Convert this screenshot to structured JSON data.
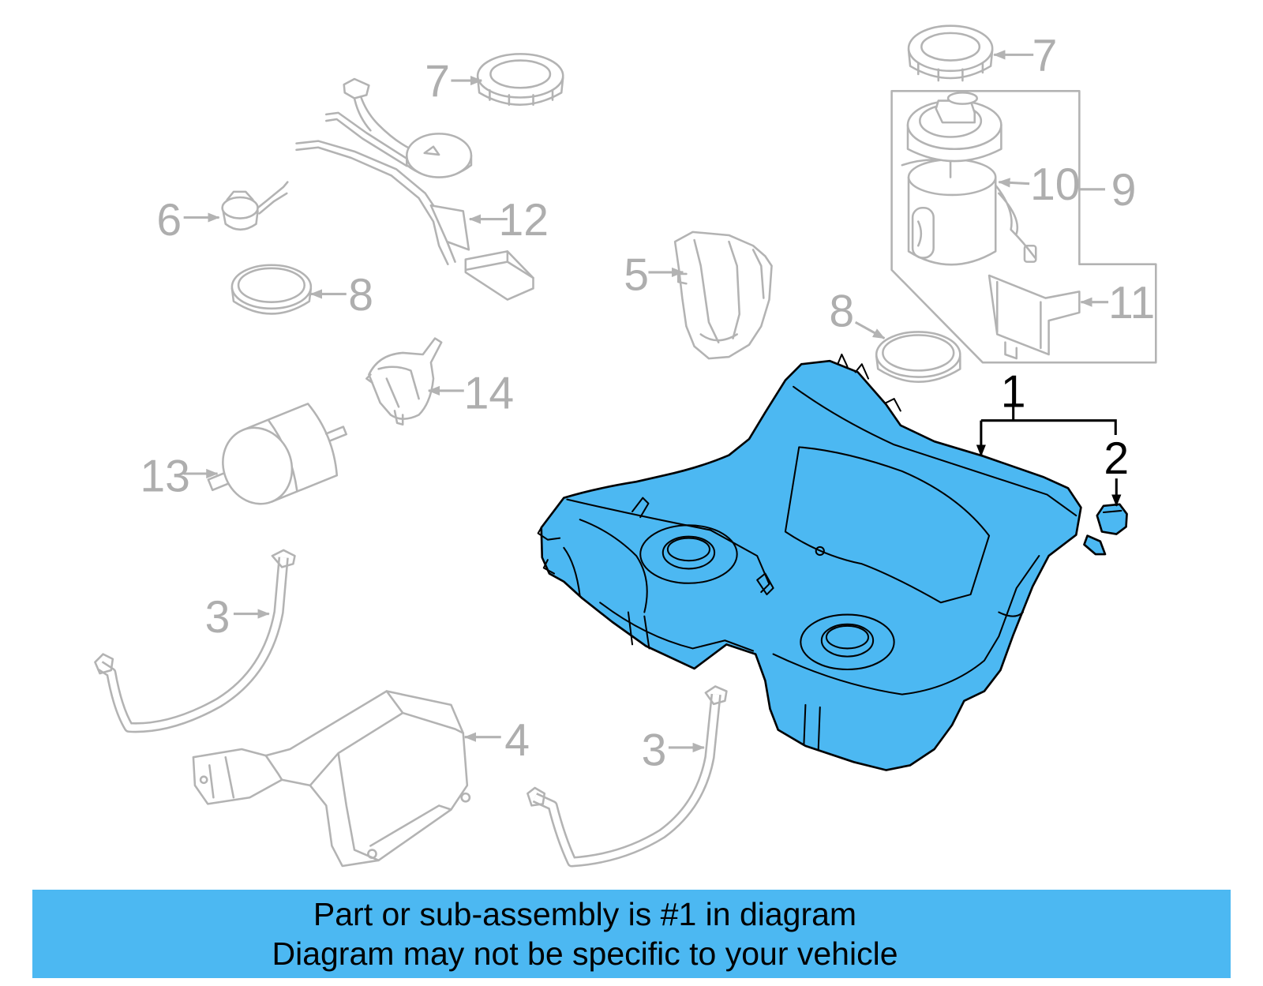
{
  "diagram": {
    "callouts": [
      "7",
      "10",
      "9",
      "11",
      "8",
      "1",
      "2",
      "7",
      "12",
      "6",
      "8",
      "5",
      "14",
      "13",
      "3",
      "4",
      "3"
    ]
  },
  "banner": {
    "line1": "Part or sub-assembly is #1 in diagram",
    "line2": "Diagram may not be specific to your vehicle"
  },
  "colors": {
    "highlight": "#4cb8f2",
    "banner": "#4cb8f2",
    "faded_line": "#b3b3b3",
    "faded_label": "#aeaeae",
    "active_line": "#000000"
  }
}
